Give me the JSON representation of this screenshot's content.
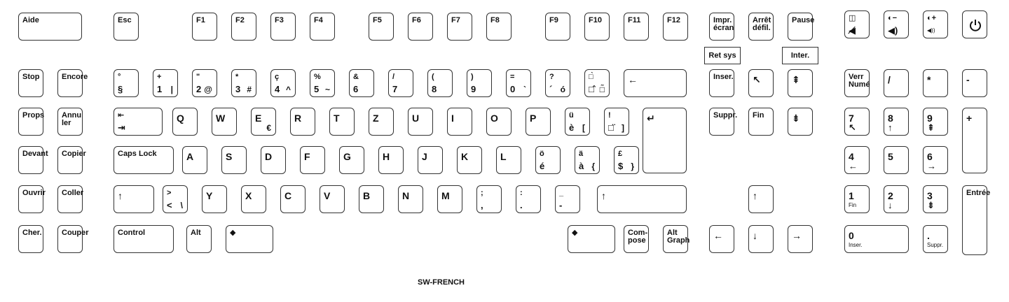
{
  "title": "SW-FRENCH",
  "keys": {
    "aide": {
      "t": "Aide"
    },
    "esc": {
      "t": "Esc"
    },
    "f1": {
      "t": "F1"
    },
    "f2": {
      "t": "F2"
    },
    "f3": {
      "t": "F3"
    },
    "f4": {
      "t": "F4"
    },
    "f5": {
      "t": "F5"
    },
    "f6": {
      "t": "F6"
    },
    "f7": {
      "t": "F7"
    },
    "f8": {
      "t": "F8"
    },
    "f9": {
      "t": "F9"
    },
    "f10": {
      "t": "F10"
    },
    "f11": {
      "t": "F11"
    },
    "f12": {
      "t": "F12"
    },
    "impr": {
      "t": "Impr.\nécran"
    },
    "arret": {
      "t": "Arrêt\ndéfil."
    },
    "pause": {
      "t": "Pause"
    },
    "retsys": {
      "t": "Ret sys"
    },
    "inter": {
      "t": "Inter."
    },
    "m1": {
      "t": "◫",
      "b": "◀̸"
    },
    "m2": {
      "t": "◐−",
      "b": "◀)"
    },
    "m3": {
      "t": "◐+",
      "b": "◀))"
    },
    "power": {
      "t": "",
      "icon": "power-icon"
    },
    "stop": {
      "t": "Stop"
    },
    "encore": {
      "t": "Encore"
    },
    "sect": {
      "t": "°",
      "b": "§"
    },
    "k1": {
      "t": "+",
      "b": "1",
      "r": "|"
    },
    "k2": {
      "t": "\"",
      "b": "2",
      "r": "@"
    },
    "k3": {
      "t": "*",
      "b": "3",
      "r": "#"
    },
    "k4": {
      "t": "ç",
      "b": "4",
      "r": "^"
    },
    "k5": {
      "t": "%",
      "b": "5",
      "r": "~"
    },
    "k6": {
      "t": "&",
      "b": "6"
    },
    "k7": {
      "t": "/",
      "b": "7"
    },
    "k8": {
      "t": "(",
      "b": "8"
    },
    "k9": {
      "t": ")",
      "b": "9"
    },
    "k0": {
      "t": "=",
      "b": "0",
      "r": "`"
    },
    "kq": {
      "t": "?",
      "b": "´",
      "r": "ó"
    },
    "kgrave": {
      "t": "□̀",
      "b": "□̂",
      "r": "□̃"
    },
    "back": {
      "t": "←"
    },
    "inser": {
      "t": "Inser."
    },
    "home": {
      "t": "↖"
    },
    "pgup": {
      "t": "⇞"
    },
    "verr": {
      "t": "Verr\nNumé"
    },
    "ndiv": {
      "t": "/"
    },
    "nmul": {
      "t": "*"
    },
    "nmin": {
      "t": "-"
    },
    "props": {
      "t": "Props"
    },
    "annuler": {
      "t": "Annu\nler"
    },
    "tab": {
      "t": "⇤",
      "b": "⇥"
    },
    "q": {
      "t": "Q"
    },
    "w": {
      "t": "W"
    },
    "e": {
      "t": "E",
      "r": "€"
    },
    "r": {
      "t": "R"
    },
    "t": {
      "t": "T"
    },
    "z": {
      "t": "Z"
    },
    "u": {
      "t": "U"
    },
    "i": {
      "t": "I"
    },
    "o": {
      "t": "O"
    },
    "p": {
      "t": "P"
    },
    "uuml": {
      "t": "ü",
      "b": "è",
      "r": "["
    },
    "excl": {
      "t": "!",
      "b": "□̈",
      "r": "]"
    },
    "enter": {
      "t": "↵"
    },
    "suppr": {
      "t": "Suppr."
    },
    "fin": {
      "t": "Fin"
    },
    "pgdn": {
      "t": "⇟"
    },
    "n7": {
      "t": "7",
      "b": "↖"
    },
    "n8": {
      "t": "8",
      "b": "↑"
    },
    "n9": {
      "t": "9",
      "b": "⇞"
    },
    "nplus": {
      "t": "+"
    },
    "devant": {
      "t": "Devant"
    },
    "copier": {
      "t": "Copier"
    },
    "caps": {
      "t": "Caps Lock"
    },
    "a": {
      "t": "A"
    },
    "s": {
      "t": "S"
    },
    "d": {
      "t": "D"
    },
    "f": {
      "t": "F"
    },
    "g": {
      "t": "G"
    },
    "h": {
      "t": "H"
    },
    "j": {
      "t": "J"
    },
    "k": {
      "t": "K"
    },
    "l": {
      "t": "L"
    },
    "ouml": {
      "t": "ö",
      "b": "é"
    },
    "auml": {
      "t": "ä",
      "b": "à",
      "r": "{"
    },
    "pound": {
      "t": "£",
      "b": "$",
      "r": "}"
    },
    "n4": {
      "t": "4",
      "b": "←"
    },
    "n5": {
      "t": "5"
    },
    "n6": {
      "t": "6",
      "b": "→"
    },
    "ouvrir": {
      "t": "Ouvrir"
    },
    "coller": {
      "t": "Coller"
    },
    "lshift": {
      "t": "↑"
    },
    "gt": {
      "t": ">",
      "b": "<",
      "r": "\\"
    },
    "y": {
      "t": "Y"
    },
    "x": {
      "t": "X"
    },
    "c": {
      "t": "C"
    },
    "v": {
      "t": "V"
    },
    "bk": {
      "t": "B"
    },
    "nk": {
      "t": "N"
    },
    "mk": {
      "t": "M"
    },
    "semi": {
      "t": ";",
      "b": ","
    },
    "colon": {
      "t": ":",
      "b": "."
    },
    "under": {
      "t": "_",
      "b": "-"
    },
    "rshift": {
      "t": "↑"
    },
    "up": {
      "t": "↑"
    },
    "n1": {
      "t": "1",
      "b": "Fin"
    },
    "n2": {
      "t": "2",
      "b": "↓"
    },
    "n3": {
      "t": "3",
      "b": "⇟"
    },
    "nenter": {
      "t": "Entrée"
    },
    "cher": {
      "t": "Cher."
    },
    "couper": {
      "t": "Couper"
    },
    "control": {
      "t": "Control"
    },
    "alt": {
      "t": "Alt"
    },
    "lmeta": {
      "t": "◆"
    },
    "rmeta": {
      "t": "◆"
    },
    "compose": {
      "t": "Com-\npose"
    },
    "altgr": {
      "t": "Alt\nGraph"
    },
    "left": {
      "t": "←"
    },
    "down": {
      "t": "↓"
    },
    "right": {
      "t": "→"
    },
    "n0": {
      "t": "0",
      "b": "Inser."
    },
    "ndot": {
      "t": ".",
      "b": "Suppr."
    }
  }
}
